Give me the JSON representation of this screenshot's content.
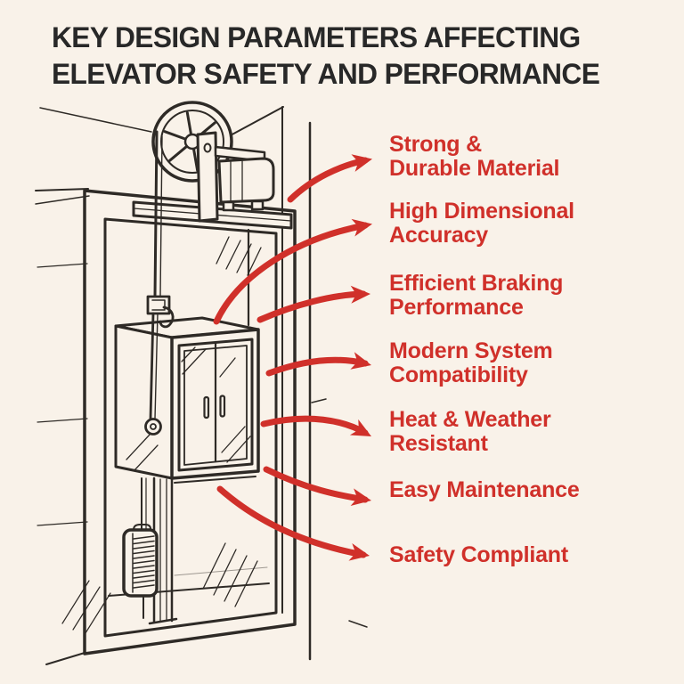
{
  "title": {
    "line1": "KEY DESIGN PARAMETERS AFFECTING",
    "line2": "ELEVATOR SAFETY AND PERFORMANCE"
  },
  "labels": [
    {
      "line1": "Strong &",
      "line2": "Durable Material"
    },
    {
      "line1": "High Dimensional",
      "line2": "Accuracy"
    },
    {
      "line1": "Efficient Braking",
      "line2": "Performance"
    },
    {
      "line1": "Modern System",
      "line2": "Compatibility"
    },
    {
      "line1": "Heat & Weather",
      "line2": "Resistant"
    },
    {
      "line1": "Easy Maintenance",
      "line2": ""
    },
    {
      "line1": "Safety Compliant",
      "line2": ""
    }
  ],
  "illustration": {
    "components": [
      "traction-sheave-pulley",
      "electric-motor",
      "machine-beam",
      "hoistway-shaft-frame",
      "elevator-car-with-double-doors",
      "suspension-cable-clevis-and-hook",
      "safety-linkage-rod-with-eye",
      "guide-rails",
      "counterweight"
    ]
  },
  "colors": {
    "background": "#f9f2e9",
    "line_art": "#2e2a26",
    "accent_red": "#d0302a",
    "title_text": "#282828"
  }
}
